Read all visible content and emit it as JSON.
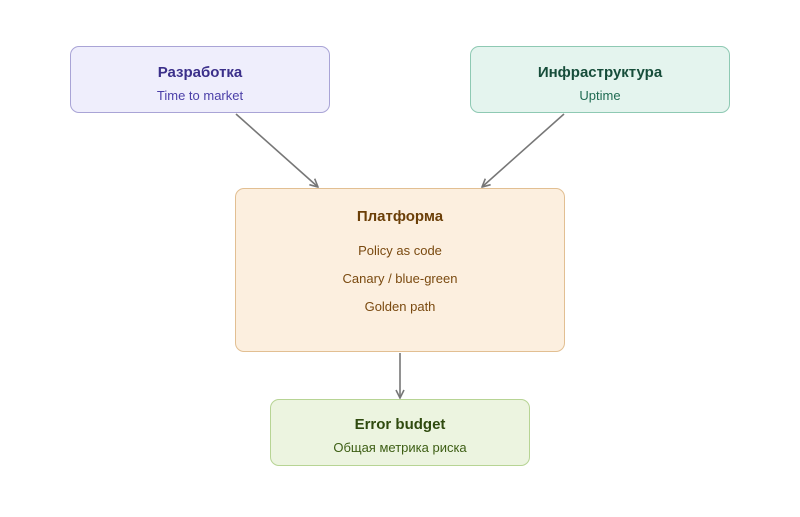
{
  "nodes": {
    "development": {
      "title": "Разработка",
      "subtitle": "Time to market"
    },
    "infrastructure": {
      "title": "Инфраструктура",
      "subtitle": "Uptime"
    },
    "platform": {
      "title": "Платформа",
      "items": [
        "Policy as code",
        "Canary / blue-green",
        "Golden path"
      ]
    },
    "error_budget": {
      "title": "Error budget",
      "subtitle": "Общая метрика риска"
    }
  },
  "edges": [
    {
      "from": "development",
      "to": "platform"
    },
    {
      "from": "infrastructure",
      "to": "platform"
    },
    {
      "from": "platform",
      "to": "error_budget"
    }
  ],
  "colors": {
    "development_fill": "#efeefc",
    "infrastructure_fill": "#e4f4ee",
    "platform_fill": "#fcefdf",
    "error_budget_fill": "#ecf4e0",
    "arrow": "#777777"
  }
}
